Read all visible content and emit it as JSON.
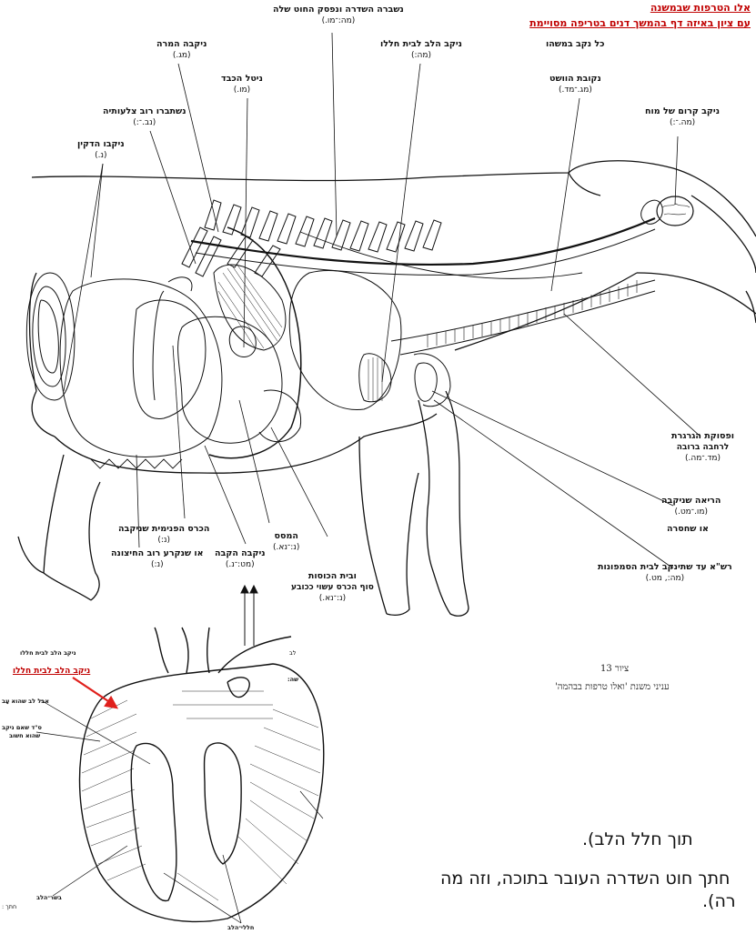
{
  "header": {
    "line1": "אלו הטרפות שבמשנה",
    "line2": "עם ציון באיזה דף בהמשך דנים בטריפה מסויימת"
  },
  "labels": {
    "spine_broken": {
      "title": "נשברה השדרה ונפסק החוט שלה",
      "ref": "(מה:־מו.)"
    },
    "any_hole": {
      "title": "כל נקב במשהו",
      "ref": ""
    },
    "gallbladder": {
      "title": "ניקבה המרה",
      "ref": "(מג.)"
    },
    "heart_chamber": {
      "title": "ניקב הלב לבית חללו",
      "ref": "(מה:)"
    },
    "liver_removed": {
      "title": "ניטל הכבד",
      "ref": "(מו.)"
    },
    "gullet": {
      "title": "נקובת הוושט",
      "ref": "(מג.־מד.)"
    },
    "ribs": {
      "title": "נשתברו רוב צלעותיה",
      "ref": "(נב.־:)"
    },
    "brain": {
      "title": "ניקב קרום של מוח",
      "ref": "(מה.־:)"
    },
    "intestines": {
      "title": "ניקבו הדקין",
      "ref": "(נ.)"
    },
    "windpipe": {
      "title": "ופסוקת הגרגרת",
      "title2": "לרחבה ברובה",
      "ref": "(מד.־מה.)"
    },
    "lung": {
      "title": "הריאה שניקבה",
      "ref": "(מו.־מט.)"
    },
    "lung_missing": {
      "title": "או שחסרה",
      "ref": ""
    },
    "inner_rumen": {
      "title": "הכרס הפנימית שניקבה",
      "ref": "(נ:)"
    },
    "outer_rumen": {
      "title": "או שנקרע רוב החיצונה",
      "ref": "(נ:)"
    },
    "omasum": {
      "title": "המסס",
      "ref": "(נ:־נא.)"
    },
    "abomasum": {
      "title": "ניקבה הקבה",
      "ref": "(מט:־נ.)"
    },
    "bronchi": {
      "title": "רש\"א עד שתינקב לבית הסמפונות",
      "ref": "(מה:, מט.)"
    },
    "reticulum": {
      "title": "ובית הכוסות",
      "title2": "סוף הכרס עשוי ככובע",
      "ref": "(נ:־נא.)"
    }
  },
  "caption": {
    "number": "ציור 13",
    "text": "עניני משנת 'ואלו טרפות בבהמה'"
  },
  "heart_inset": {
    "top_label": "ניקב הלב לבית חללו",
    "red_label": "ניקב הלב לבית חללו",
    "left_note1": "אבל לב שהוא עָב",
    "left_note2": "ס\"ד שאם ניקב",
    "left_note3": "שהוא  חשוב",
    "bottom_left": "בשר־הלב",
    "bottom_center": "חללי־הלב",
    "corner_left": "חתך :",
    "right_top": "לב",
    "right_mid": "שה:"
  },
  "body_text": {
    "line1": "תוך חלל הלב).",
    "line2": "חתך חוט השדרה העובר בתוכה, וזה מה",
    "line3": "רה)."
  },
  "colors": {
    "header_red": "#c00000",
    "arrow_red": "#e0201c",
    "ink": "#111111"
  }
}
